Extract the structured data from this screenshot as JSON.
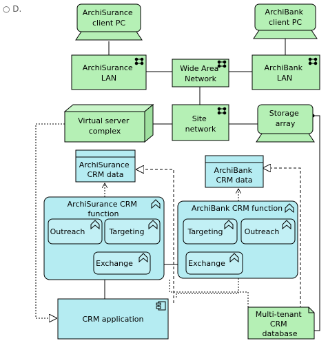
{
  "option_label": "○ D.",
  "nodes": {
    "archisurance_client_pc": [
      "ArchiSurance",
      "client PC"
    ],
    "archibank_client_pc": [
      "ArchiBank",
      "client PC"
    ],
    "archisurance_lan": [
      "ArchiSurance",
      "LAN"
    ],
    "wide_area_network": [
      "Wide Area",
      "Network"
    ],
    "archibank_lan": [
      "ArchiBank",
      "LAN"
    ],
    "virtual_server_complex": [
      "Virtual server",
      "complex"
    ],
    "site_network": [
      "Site",
      "network"
    ],
    "storage_array": [
      "Storage",
      "array"
    ],
    "archisurance_crm_data": [
      "ArchiSurance",
      "CRM data"
    ],
    "archibank_crm_data": [
      "ArchiBank",
      "CRM data"
    ],
    "archisurance_crm_function": [
      "ArchiSurance CRM",
      "function"
    ],
    "archibank_crm_function": [
      "ArchiBank CRM function"
    ],
    "outreach_left": [
      "Outreach"
    ],
    "targeting_left": [
      "Targeting"
    ],
    "exchange_left": [
      "Exchange"
    ],
    "targeting_right": [
      "Targeting"
    ],
    "outreach_right": [
      "Outreach"
    ],
    "exchange_right": [
      "Exchange"
    ],
    "crm_application": [
      "CRM application"
    ],
    "multi_tenant_crm_database": [
      "Multi-tenant",
      "CRM",
      "database"
    ]
  },
  "colors": {
    "technology_fill": "#b5f0b5",
    "application_fill": "#b5ecf2",
    "inner_fill": "#c2f0f5",
    "line": "#000000"
  }
}
